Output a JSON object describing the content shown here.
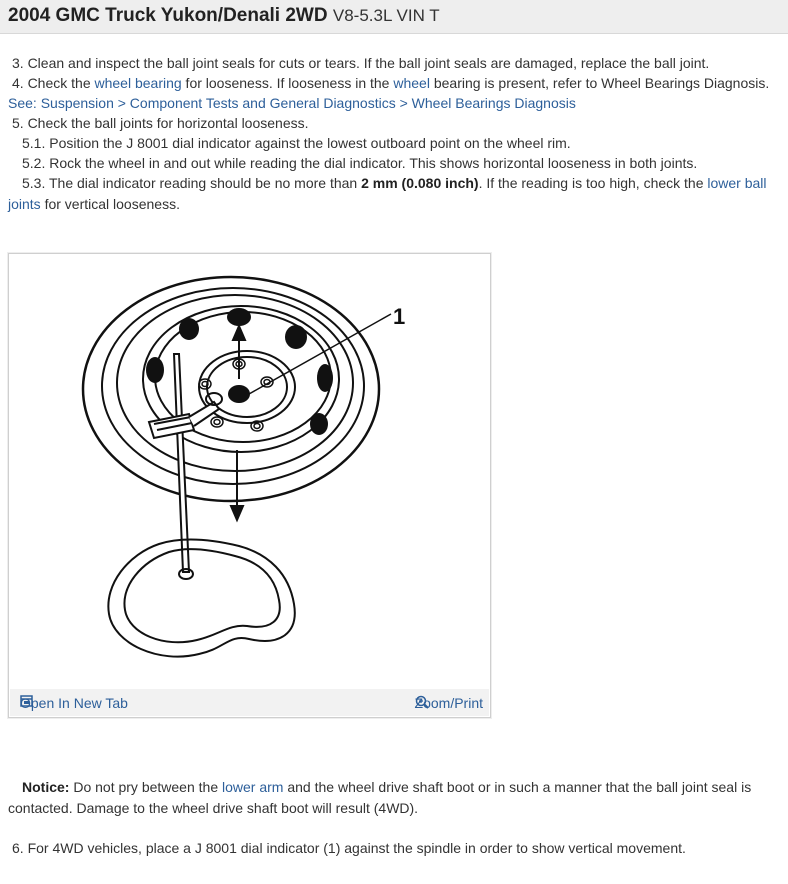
{
  "header": {
    "title": "2004 GMC Truck Yukon/Denali 2WD",
    "engine": "V8-5.3L VIN T"
  },
  "steps": {
    "s3": "3. Clean and inspect the ball joint seals for cuts or tears. If the ball joint seals are damaged, replace the ball joint.",
    "s4_a": "4. Check the ",
    "s4_link1": "wheel bearing",
    "s4_b": " for looseness. If looseness in the ",
    "s4_link2": "wheel",
    "s4_c": " bearing is present, refer to Wheel Bearings Diagnosis.",
    "s4_see": "See: Suspension > Component Tests and General Diagnostics > Wheel Bearings Diagnosis",
    "s5": "5. Check the ball joints for horizontal looseness.",
    "s51": "5.1. Position the J 8001 dial indicator against the lowest outboard point on the wheel rim.",
    "s52": "5.2. Rock the wheel in and out while reading the dial indicator. This shows horizontal looseness in both joints.",
    "s53_a": "5.3. The dial indicator reading should be no more than ",
    "s53_bold": "2 mm (0.080 inch)",
    "s53_b": ". If the reading is too high, check the ",
    "s53_link_a": "lower ball",
    "s53_link_b": "joints",
    "s53_c": " for vertical looseness."
  },
  "figure": {
    "callout": "1",
    "open_tab": "Open In New Tab",
    "zoom_print": "Zoom/Print",
    "open_icon": "open-tab-icon",
    "zoom_icon": "zoom-icon"
  },
  "notice": {
    "label": "Notice:",
    "text_a": " Do not pry between the ",
    "link": "lower arm",
    "text_b": " and the wheel drive shaft boot or in such a manner that the ball joint seal is",
    "text_c": "contacted. Damage to the wheel drive shaft boot will result (4WD)."
  },
  "step6": "6. For 4WD vehicles, place a J 8001 dial indicator (1) against the spindle in order to show vertical movement.",
  "colors": {
    "link": "#2d5f9a",
    "header_bg": "#eeeeee"
  }
}
